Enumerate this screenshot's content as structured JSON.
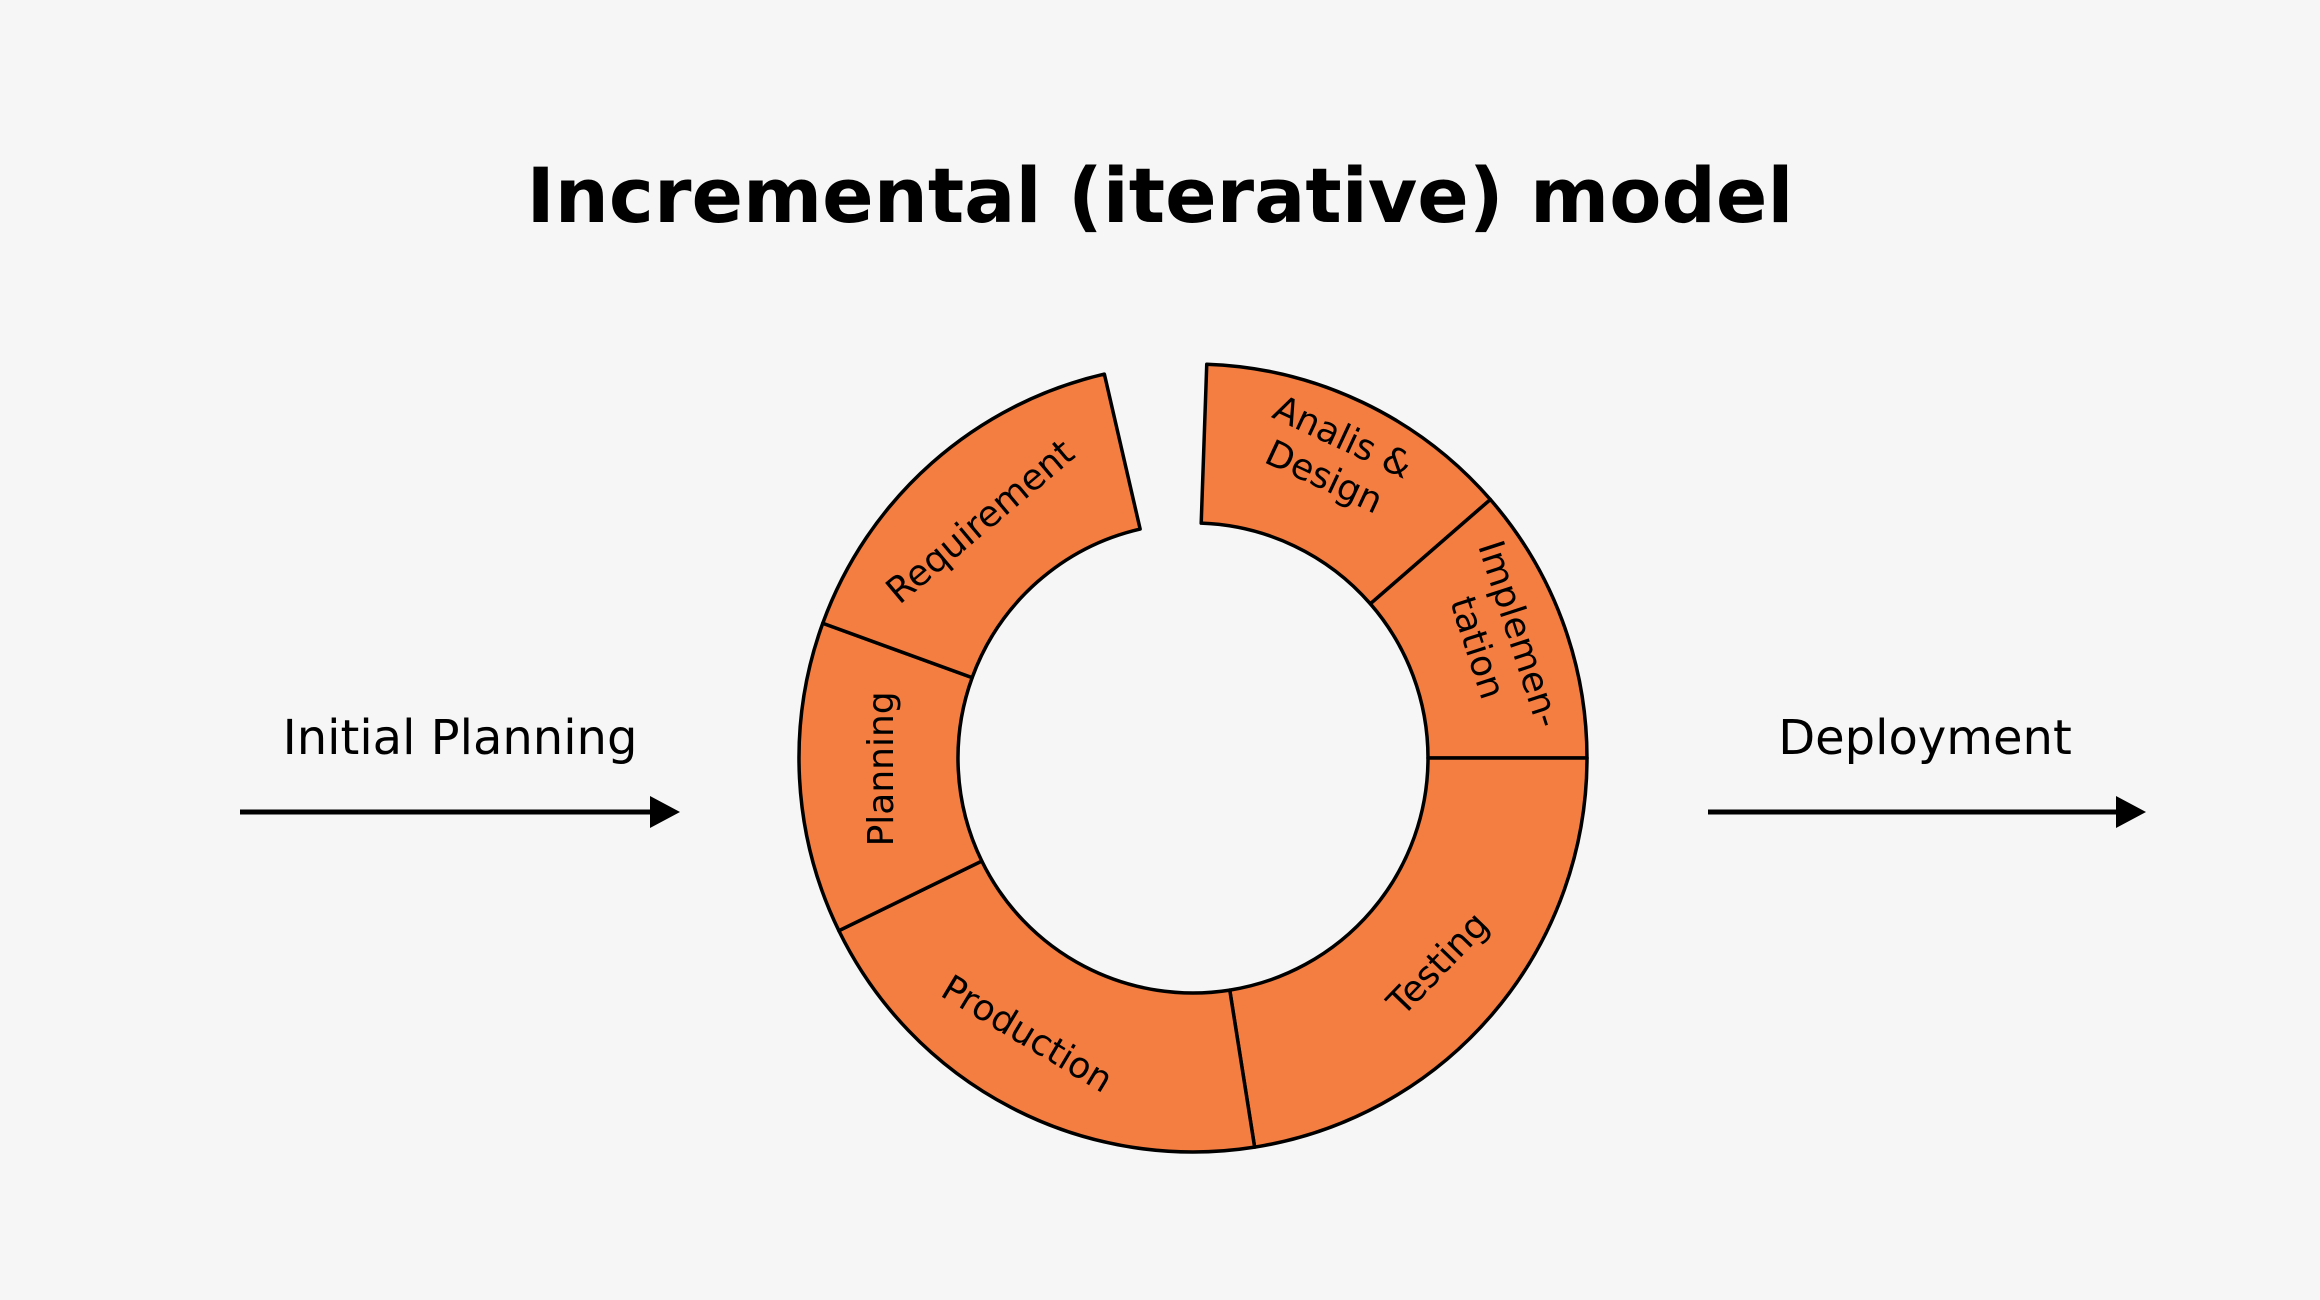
{
  "title": "Incremental (iterative) model",
  "initial_label": "Initial Planning",
  "final_label": "Deployment",
  "segment_color": "#f47d41",
  "background_color": "#f6f6f6",
  "segments": [
    {
      "lines": [
        "Analis &",
        "Design"
      ]
    },
    {
      "lines": [
        "Implemen-",
        "tation"
      ]
    },
    {
      "lines": [
        "Testing"
      ]
    },
    {
      "lines": [
        "Production"
      ]
    },
    {
      "lines": [
        "Planning"
      ]
    },
    {
      "lines": [
        "Requirement"
      ]
    }
  ]
}
